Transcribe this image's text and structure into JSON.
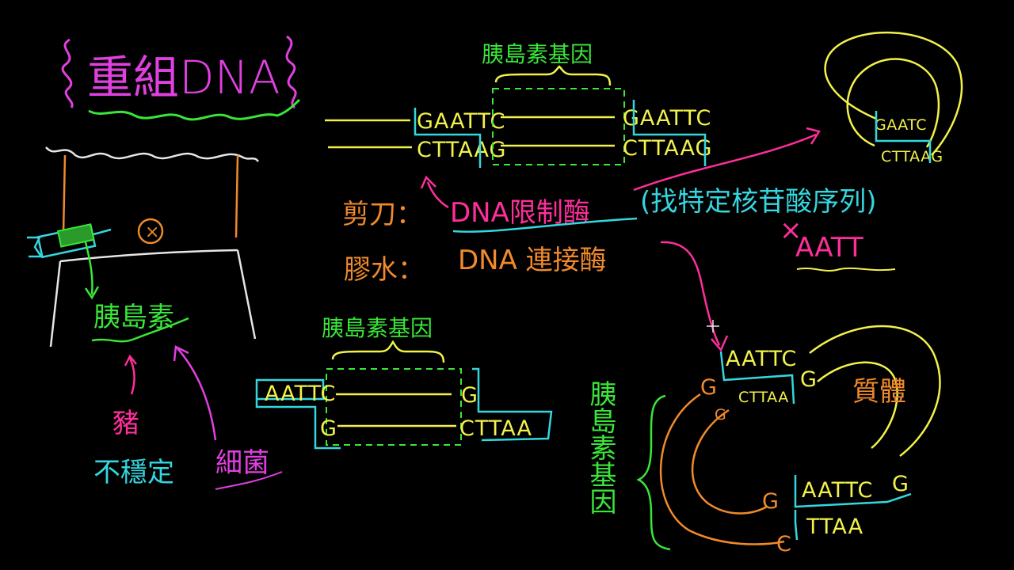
{
  "title": "重組DNA",
  "colors": {
    "magenta": "#e040e0",
    "pink": "#ff2e9b",
    "green": "#39e639",
    "yellow": "#f2f24a",
    "cyan": "#35d6e0",
    "orange": "#f08a2c",
    "white": "#e6e6e6",
    "lime": "#b4f03c"
  },
  "labels": {
    "gene_label_top": "胰島素基因",
    "gene_label_bottom": "胰島素基因",
    "gene_label_vertical": "胰島素基因",
    "insulin": "胰島素",
    "pig": "豬",
    "unstable": "不穩定",
    "bacteria": "細菌",
    "plasmid": "質體",
    "scissors": "剪刀：",
    "restriction_enzyme": "DNA限制酶",
    "find_sequence": "(找特定核苷酸序列)",
    "glue": "膠水：",
    "ligase": "DNA 連接酶",
    "x_mark": "×",
    "wrong_seq": "AATT"
  },
  "sequences": {
    "top_left_upper": "GAATTC",
    "top_left_lower": "CTTAAG",
    "top_right_upper": "GAATTC",
    "top_right_lower": "CTTAAG",
    "ring_upper": "GAATC",
    "ring_lower": "CTTAAG",
    "gene_left_upper": "AATTC",
    "gene_left_lower": "G",
    "gene_right_upper": "G",
    "gene_right_lower": "CTTAA",
    "plasmid_top_g": "G",
    "plasmid_top_upper": "AATTC",
    "plasmid_top_g2": "G",
    "plasmid_top_lower": "CTTAA",
    "plasmid_top_c": "G",
    "plasmid_bot_g": "G",
    "plasmid_bot_upper": "AATTC",
    "plasmid_bot_g2": "G",
    "plasmid_bot_c": "C",
    "plasmid_bot_lower": "TTAA"
  }
}
